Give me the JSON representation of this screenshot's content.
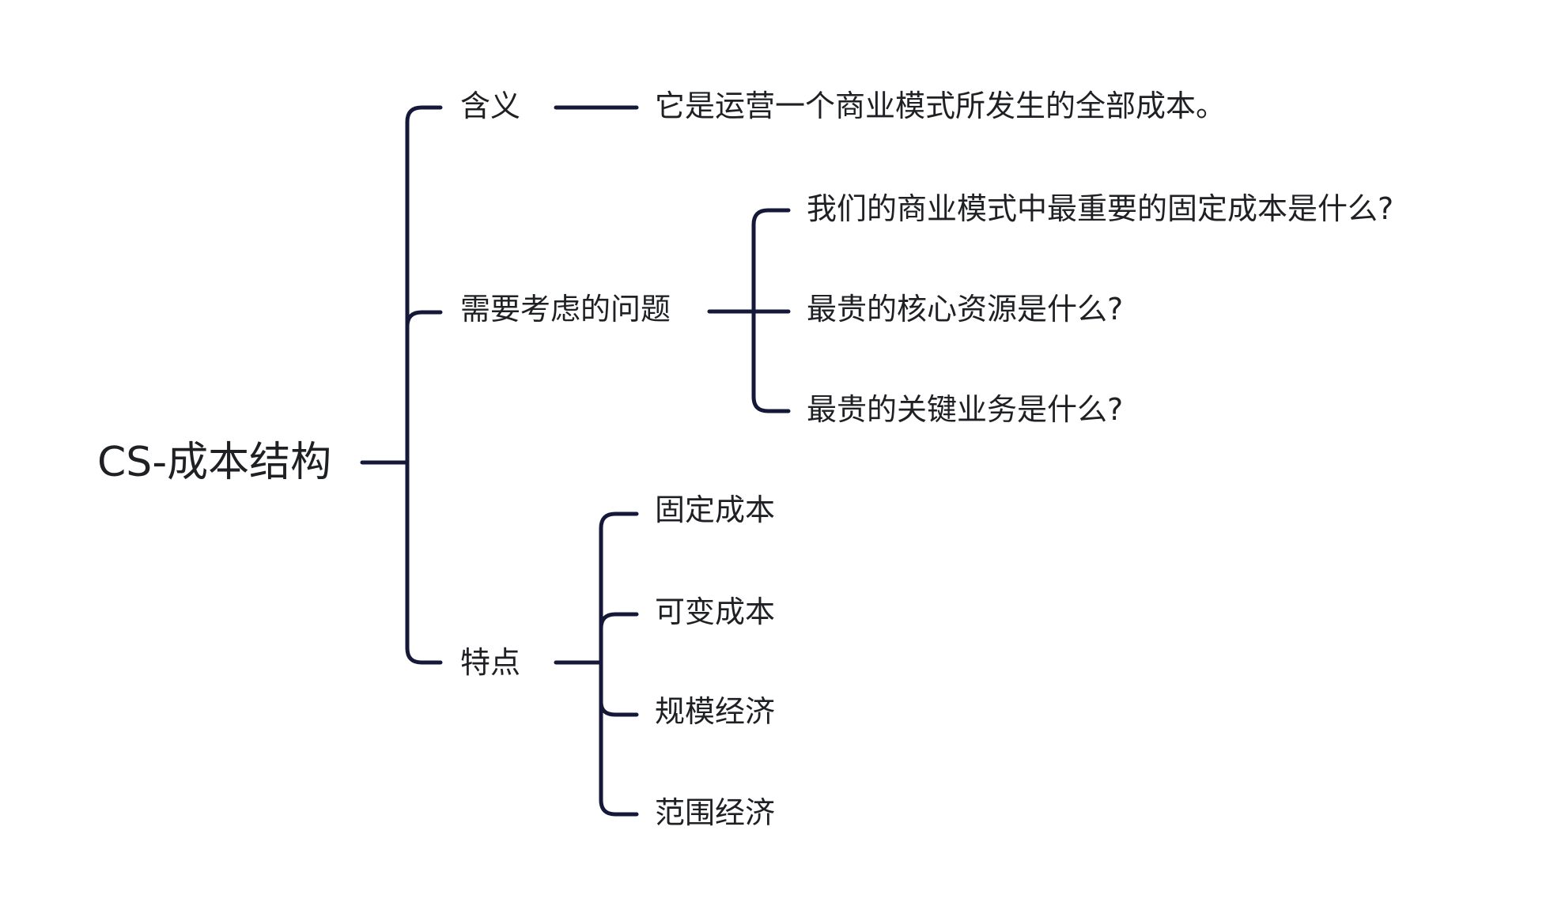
{
  "mindmap": {
    "root": "CS-成本结构",
    "branches": [
      {
        "label": "含义",
        "children": [
          "它是运营一个商业模式所发生的全部成本。"
        ]
      },
      {
        "label": "需要考虑的问题",
        "children": [
          "我们的商业模式中最重要的固定成本是什么?",
          "最贵的核心资源是什么?",
          "最贵的关键业务是什么?"
        ]
      },
      {
        "label": "特点",
        "children": [
          "固定成本",
          "可变成本",
          "规模经济",
          "范围经济"
        ]
      }
    ]
  },
  "colors": {
    "connector": "#151838",
    "text": "#1f2024",
    "background": "#ffffff"
  }
}
